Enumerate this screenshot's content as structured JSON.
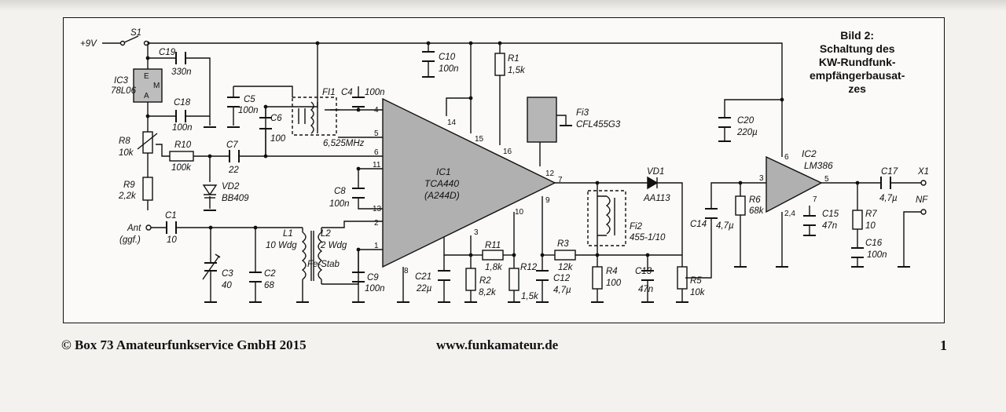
{
  "caption": {
    "lines": [
      "Bild 2:",
      "Schaltung des",
      "KW-Rundfunk-",
      "empfängerbausat-",
      "zes"
    ]
  },
  "footer": {
    "copyright": "© Box 73 Amateurfunkservice GmbH 2015",
    "url": "www.funkamateur.de",
    "page": "1"
  },
  "schematic": {
    "supply": "+9V",
    "switch": "S1",
    "regulator": {
      "name": "IC3",
      "type": "78L06",
      "pins": [
        "E",
        "M",
        "A"
      ]
    },
    "ic1": {
      "name": "IC1",
      "type": "TCA440",
      "variant": "(A244D)"
    },
    "ic2": {
      "name": "IC2",
      "type": "LM386"
    },
    "antenna": {
      "label": "Ant",
      "note": "(ggf.)"
    },
    "output": {
      "x1": "X1",
      "nf": "NF"
    },
    "filters": {
      "fi1": {
        "name": "FI1",
        "freq": "6,525MHz"
      },
      "fi2": {
        "name": "Fi2",
        "type": "455-1/10"
      },
      "fi3": {
        "name": "Fi3",
        "type": "CFL455G3"
      }
    },
    "coil": {
      "l1": "L1",
      "l1w": "10 Wdg",
      "l2": "L2",
      "l2w": "2 Wdg",
      "core": "Fe-Stab"
    },
    "components": [
      {
        "ref": "C19",
        "value": "330n"
      },
      {
        "ref": "C18",
        "value": "100n"
      },
      {
        "ref": "C5",
        "value": "100n"
      },
      {
        "ref": "C6",
        "value": "100"
      },
      {
        "ref": "C4",
        "value": "100n"
      },
      {
        "ref": "C10",
        "value": "100n"
      },
      {
        "ref": "R1",
        "value": "1,5k"
      },
      {
        "ref": "R8",
        "value": "10k"
      },
      {
        "ref": "R10",
        "value": "100k"
      },
      {
        "ref": "C7",
        "value": "22"
      },
      {
        "ref": "R9",
        "value": "2,2k"
      },
      {
        "ref": "VD2",
        "value": "BB409"
      },
      {
        "ref": "C8",
        "value": "100n"
      },
      {
        "ref": "C1",
        "value": "10"
      },
      {
        "ref": "C3",
        "value": "40"
      },
      {
        "ref": "C2",
        "value": "68"
      },
      {
        "ref": "C9",
        "value": "100n"
      },
      {
        "ref": "C21",
        "value": "22µ"
      },
      {
        "ref": "R11",
        "value": "1,8k"
      },
      {
        "ref": "R2",
        "value": "8,2k"
      },
      {
        "ref": "R12",
        "value": "1,5k"
      },
      {
        "ref": "C12",
        "value": "4,7µ"
      },
      {
        "ref": "R3",
        "value": "12k"
      },
      {
        "ref": "R4",
        "value": "100"
      },
      {
        "ref": "C13",
        "value": "47n"
      },
      {
        "ref": "R5",
        "value": "10k"
      },
      {
        "ref": "VD1",
        "value": "AA113"
      },
      {
        "ref": "C14",
        "value": "4,7µ"
      },
      {
        "ref": "R6",
        "value": "68k"
      },
      {
        "ref": "C20",
        "value": "220µ"
      },
      {
        "ref": "C15",
        "value": "47n"
      },
      {
        "ref": "R7",
        "value": "10"
      },
      {
        "ref": "C16",
        "value": "100n"
      },
      {
        "ref": "C17",
        "value": "4,7µ"
      }
    ],
    "ic1_pins": [
      "1",
      "2",
      "3",
      "4",
      "5",
      "6",
      "7",
      "8",
      "9",
      "10",
      "11",
      "12",
      "13",
      "14",
      "15",
      "16"
    ],
    "ic2_pins": [
      "2,4",
      "3",
      "5",
      "6",
      "7"
    ]
  }
}
